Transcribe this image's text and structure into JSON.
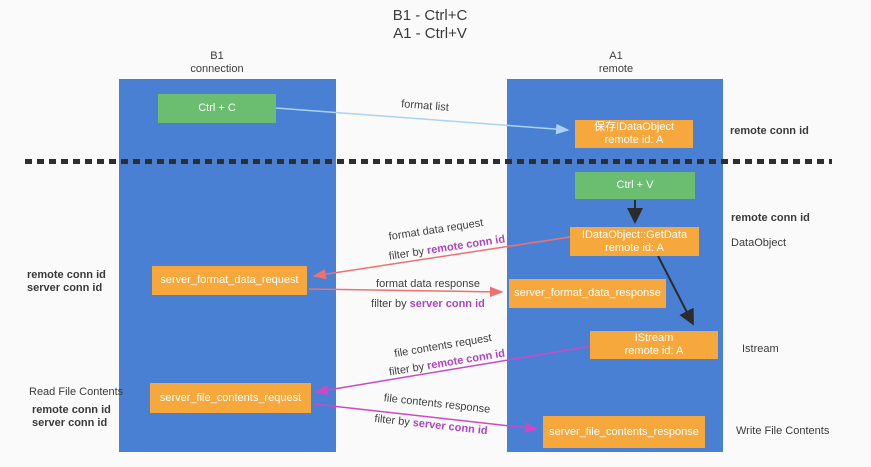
{
  "title": {
    "line1": "B1 - Ctrl+C",
    "line2": "A1 - Ctrl+V"
  },
  "lanes": {
    "left": {
      "header_line1": "B1",
      "header_line2": "connection"
    },
    "right": {
      "header_line1": "A1",
      "header_line2": "remote"
    }
  },
  "boxes": {
    "ctrl_c": "Ctrl + C",
    "ctrl_v": "Ctrl + V",
    "save_dataobject": {
      "line1": "保存IDataObject",
      "line2": "remote id: A"
    },
    "getdata": {
      "line1": "IDataObject::GetData",
      "line2": "remote id: A"
    },
    "istream": {
      "line1": "IStream",
      "line2": "remote id: A"
    },
    "format_request": "server_format_data_request",
    "format_response": "server_format_data_response",
    "file_request": "server_file_contents_request",
    "file_response": "server_file_contents_response"
  },
  "arrows": {
    "format_list": {
      "label": "format list",
      "color": "#a9d3f2"
    },
    "format_data_request": {
      "label": "format data request",
      "filter_prefix": "filter by ",
      "filter_id": "remote conn id",
      "color": "#ee7070"
    },
    "format_data_response": {
      "label": "format data response",
      "filter_prefix": "filter by ",
      "filter_id": "server conn id",
      "color": "#ee7070"
    },
    "file_contents_request": {
      "label": "file contents request",
      "filter_prefix": "filter by ",
      "filter_id": "remote conn id",
      "color": "#cc49c4"
    },
    "file_contents_response": {
      "label": "file contents response",
      "filter_prefix": "filter by ",
      "filter_id": "server conn id",
      "color": "#cc49c4"
    }
  },
  "side_labels": {
    "right_remote_conn_top": "remote conn id",
    "right_remote_conn_mid": "remote conn id",
    "dataobject": "DataObject",
    "istream": "Istream",
    "write_file_contents": "Write File Contents",
    "left_remote_conn_1": "remote conn id",
    "left_server_conn_1": "server conn id",
    "read_file_contents": "Read File Contents",
    "left_remote_conn_2": "remote conn id",
    "left_server_conn_2": "server conn id"
  },
  "colors": {
    "lane_blue": "#4a80d4",
    "box_green": "#6bbd6f",
    "box_orange": "#f7a83c",
    "label_purple": "#ab47bc",
    "label_green": "#66bb6a",
    "arrow_red": "#ee7070",
    "arrow_magenta": "#cc49c4",
    "arrow_lightblue": "#a9d3f2",
    "arrow_black": "#2b2b2b",
    "dashed_separator": "#2e2e2e"
  }
}
